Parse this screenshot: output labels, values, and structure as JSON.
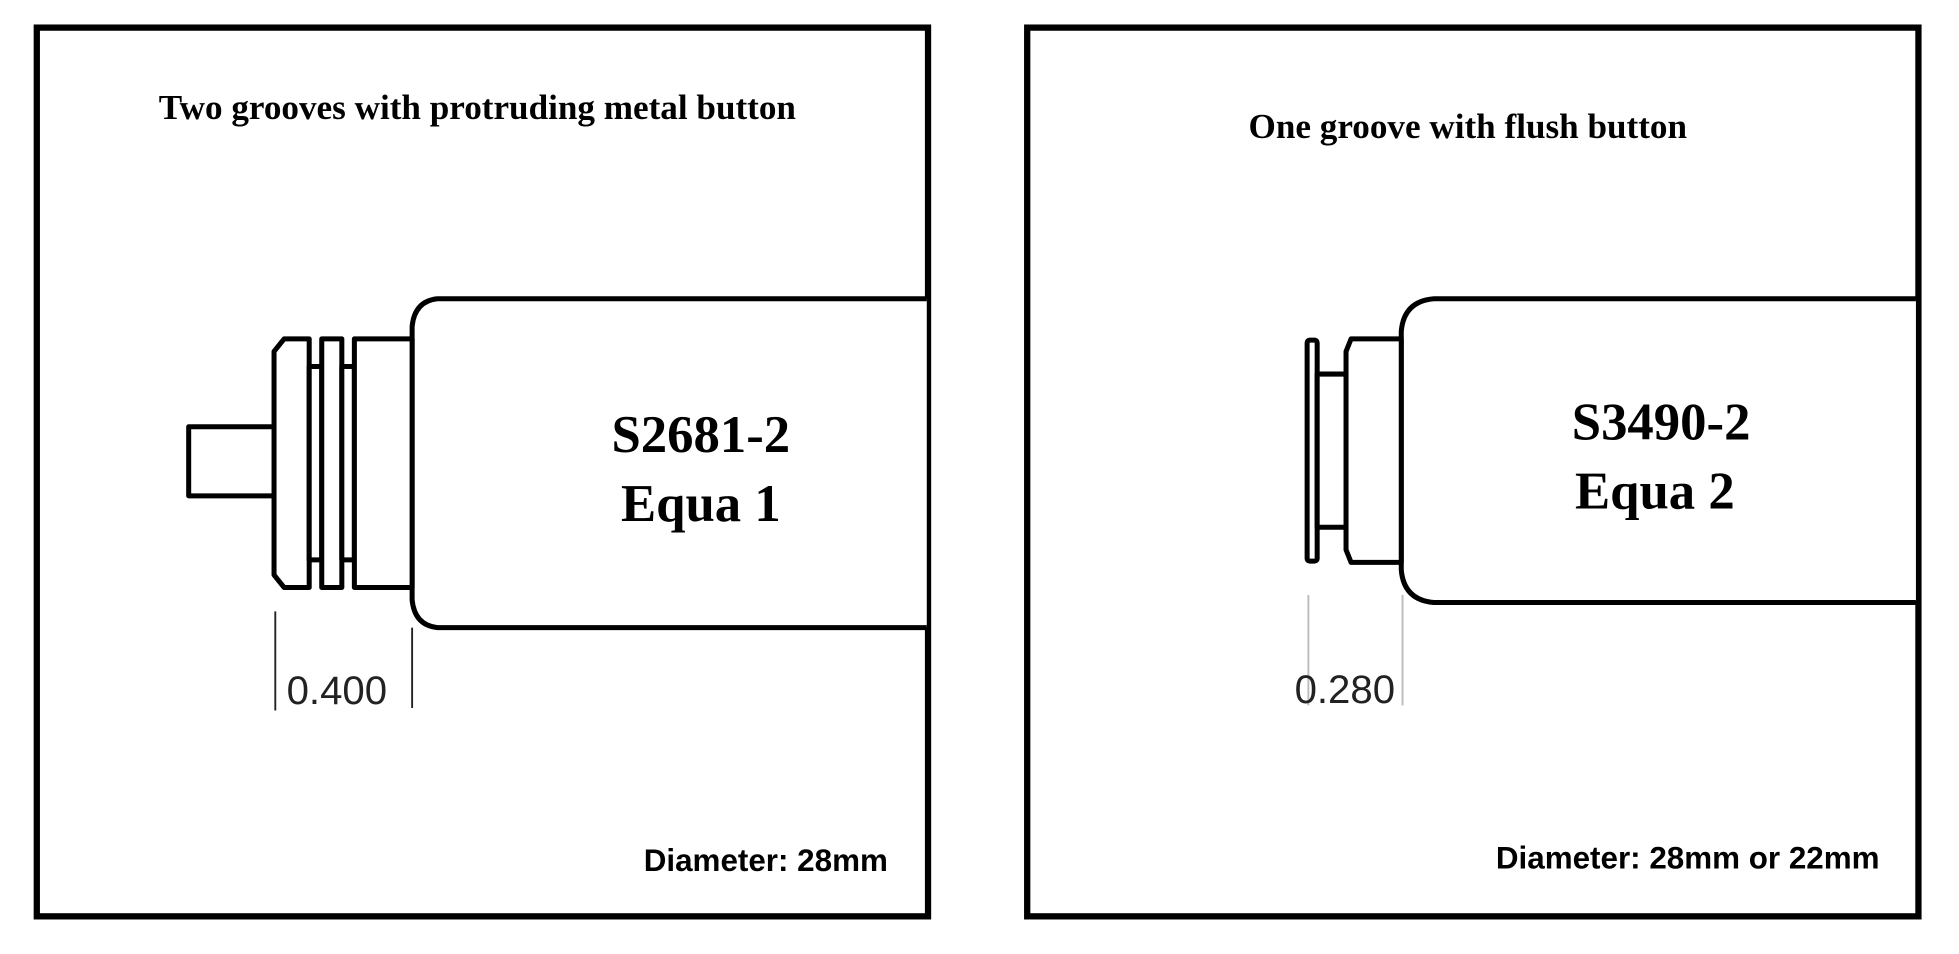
{
  "left_panel": {
    "title": "Two grooves with protruding metal button",
    "part_number": "S2681-2",
    "model": "Equa 1",
    "dimension": "0.400",
    "diameter": "Diameter: 28mm"
  },
  "right_panel": {
    "title": "One groove with flush button",
    "part_number": "S3490-2",
    "model": "Equa 2",
    "dimension": "0.280",
    "diameter": "Diameter: 28mm or 22mm"
  }
}
